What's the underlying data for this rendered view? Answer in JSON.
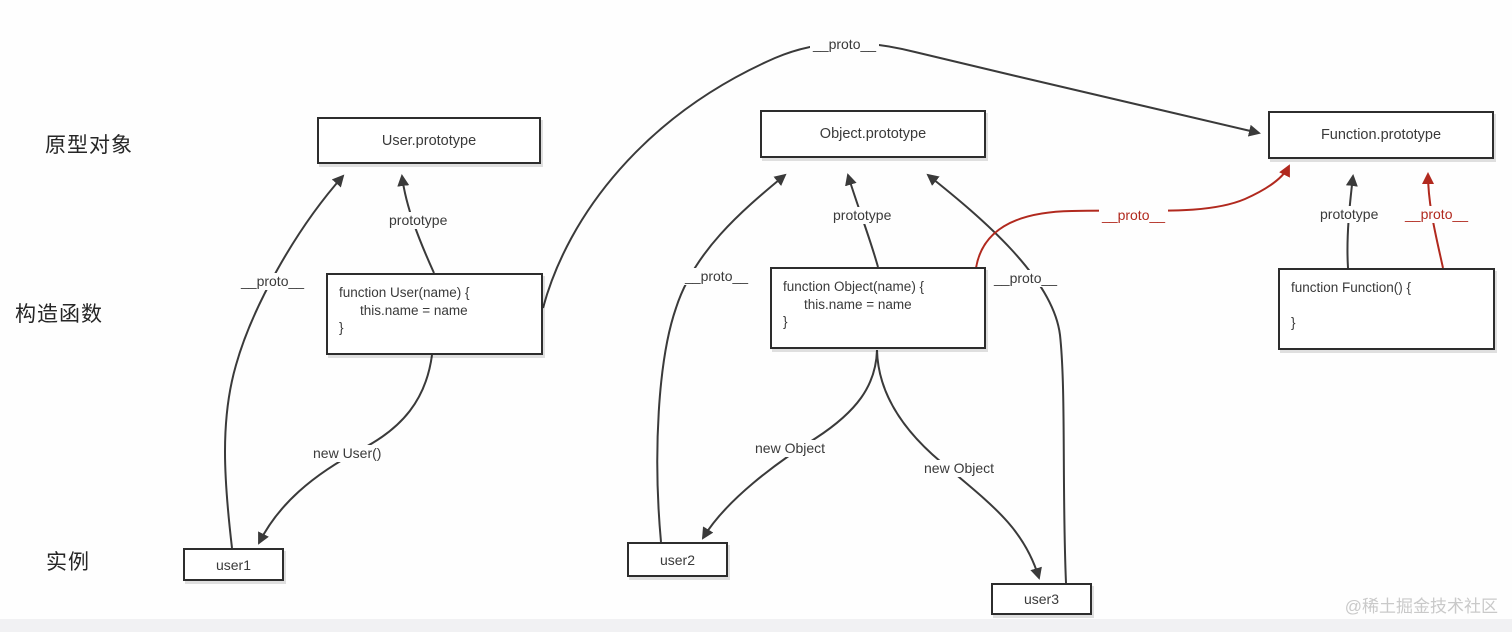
{
  "rows": {
    "prototypes": "原型对象",
    "constructors": "构造函数",
    "instances": "实例"
  },
  "boxes": {
    "user_prototype": {
      "label": "User.prototype"
    },
    "object_prototype": {
      "label": "Object.prototype"
    },
    "function_prototype": {
      "label": "Function.prototype"
    },
    "function_user": {
      "code": [
        "function User(name) {",
        "this.name = name",
        "}"
      ]
    },
    "function_object": {
      "code": [
        "function Object(name) {",
        "this.name = name",
        "}"
      ]
    },
    "function_function": {
      "code": [
        "function Function() {",
        "",
        "}"
      ]
    },
    "user1": {
      "label": "user1"
    },
    "user2": {
      "label": "user2"
    },
    "user3": {
      "label": "user3"
    }
  },
  "edge_labels": {
    "proto_top": "__proto__",
    "prototype_user": "prototype",
    "proto_user1": "__proto__",
    "new_user": "new User()",
    "prototype_object": "prototype",
    "proto_user2": "__proto__",
    "proto_user3": "__proto__",
    "new_object_left": "new Object",
    "new_object_right": "new Object",
    "proto_object_red": "__proto__",
    "prototype_function": "prototype",
    "proto_function_red": "__proto__"
  },
  "colors": {
    "line": "#3a3a3a",
    "red_accent": "#b1291e",
    "watermark_gray": "#c9c9c9"
  },
  "watermark": "@稀土掘金技术社区"
}
